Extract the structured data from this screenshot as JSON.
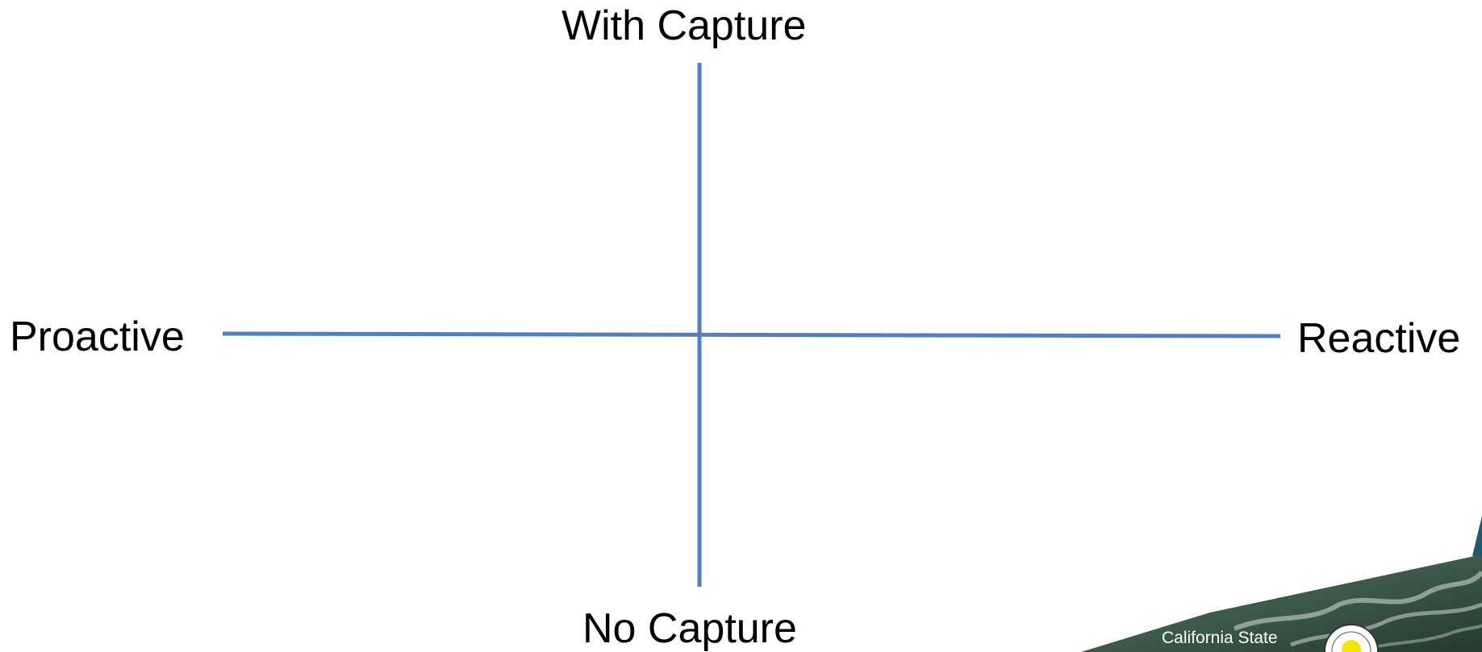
{
  "diagram": {
    "top_label": "With Capture",
    "bottom_label": "No Capture",
    "left_label": "Proactive",
    "right_label": "Reactive"
  },
  "footer": {
    "org_text": "California State"
  },
  "colors": {
    "axis": "#4f81bd",
    "banner_dark": "#1f3d33",
    "banner_teal": "#1d5a6b",
    "text": "#000000"
  }
}
